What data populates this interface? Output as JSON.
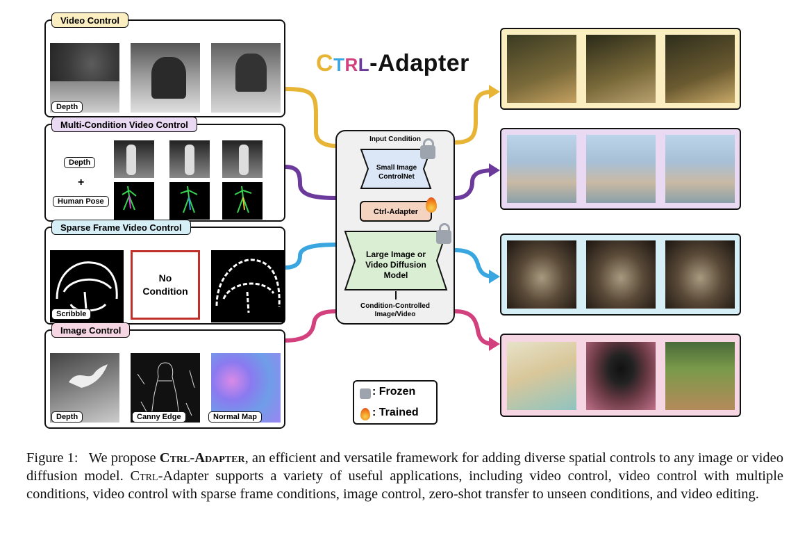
{
  "title": {
    "c": "C",
    "t": "T",
    "r": "R",
    "l": "L",
    "rest": "-Adapter"
  },
  "panels": {
    "video_control": {
      "title": "Video Control",
      "tag": "Depth"
    },
    "multi_condition": {
      "title": "Multi-Condition Video Control",
      "depth": "Depth",
      "plus": "+",
      "pose": "Human Pose"
    },
    "sparse_frame": {
      "title": "Sparse Frame Video Control",
      "no_condition": "No Condition",
      "scribble": "Scribble"
    },
    "image_control": {
      "title": "Image Control",
      "depth": "Depth",
      "canny": "Canny Edge",
      "normal": "Normal Map"
    }
  },
  "center": {
    "input": "Input Condition",
    "controlnet": "Small Image ControlNet",
    "adapter": "Ctrl-Adapter",
    "diffusion": "Large Image or Video Diffusion Model",
    "output": "Condition-Controlled Image/Video"
  },
  "legend": {
    "frozen": ": Frozen",
    "trained": ": Trained"
  },
  "caption": {
    "label": "Figure 1:",
    "p1": "We propose",
    "bold": "Ctrl-Adapter",
    "p2": ", an efficient and versatile framework for adding diverse spatial controls to any image or video diffusion model.",
    "sc": "Ctrl",
    "p3": "-Adapter supports a variety of useful applications, including video control, video control with multiple conditions, video control with sparse frame conditions, image control, zero-shot transfer to unseen conditions, and video editing."
  },
  "colors": {
    "yellow": "#e8b436",
    "purple": "#6b3a9b",
    "blue": "#3aa6e0",
    "pink": "#d2417e",
    "green": "#d9eed2",
    "orange": "#f5d3c1"
  }
}
